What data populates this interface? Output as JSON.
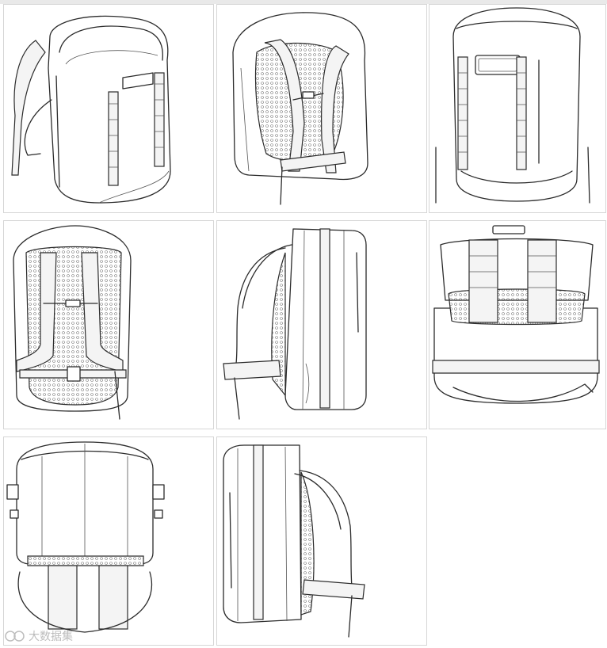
{
  "watermark": {
    "text": "大数据集",
    "logo": "watermark-logo"
  },
  "views": [
    {
      "name": "three-quarter-front-view"
    },
    {
      "name": "three-quarter-back-view"
    },
    {
      "name": "front-view"
    },
    {
      "name": "back-view"
    },
    {
      "name": "right-side-view"
    },
    {
      "name": "top-view"
    },
    {
      "name": "bottom-view"
    },
    {
      "name": "left-side-view"
    }
  ],
  "colors": {
    "line": "#2b2b2b",
    "panel_border": "#d6d6d6",
    "background": "#ffffff",
    "watermark": "#bdbdbd"
  }
}
